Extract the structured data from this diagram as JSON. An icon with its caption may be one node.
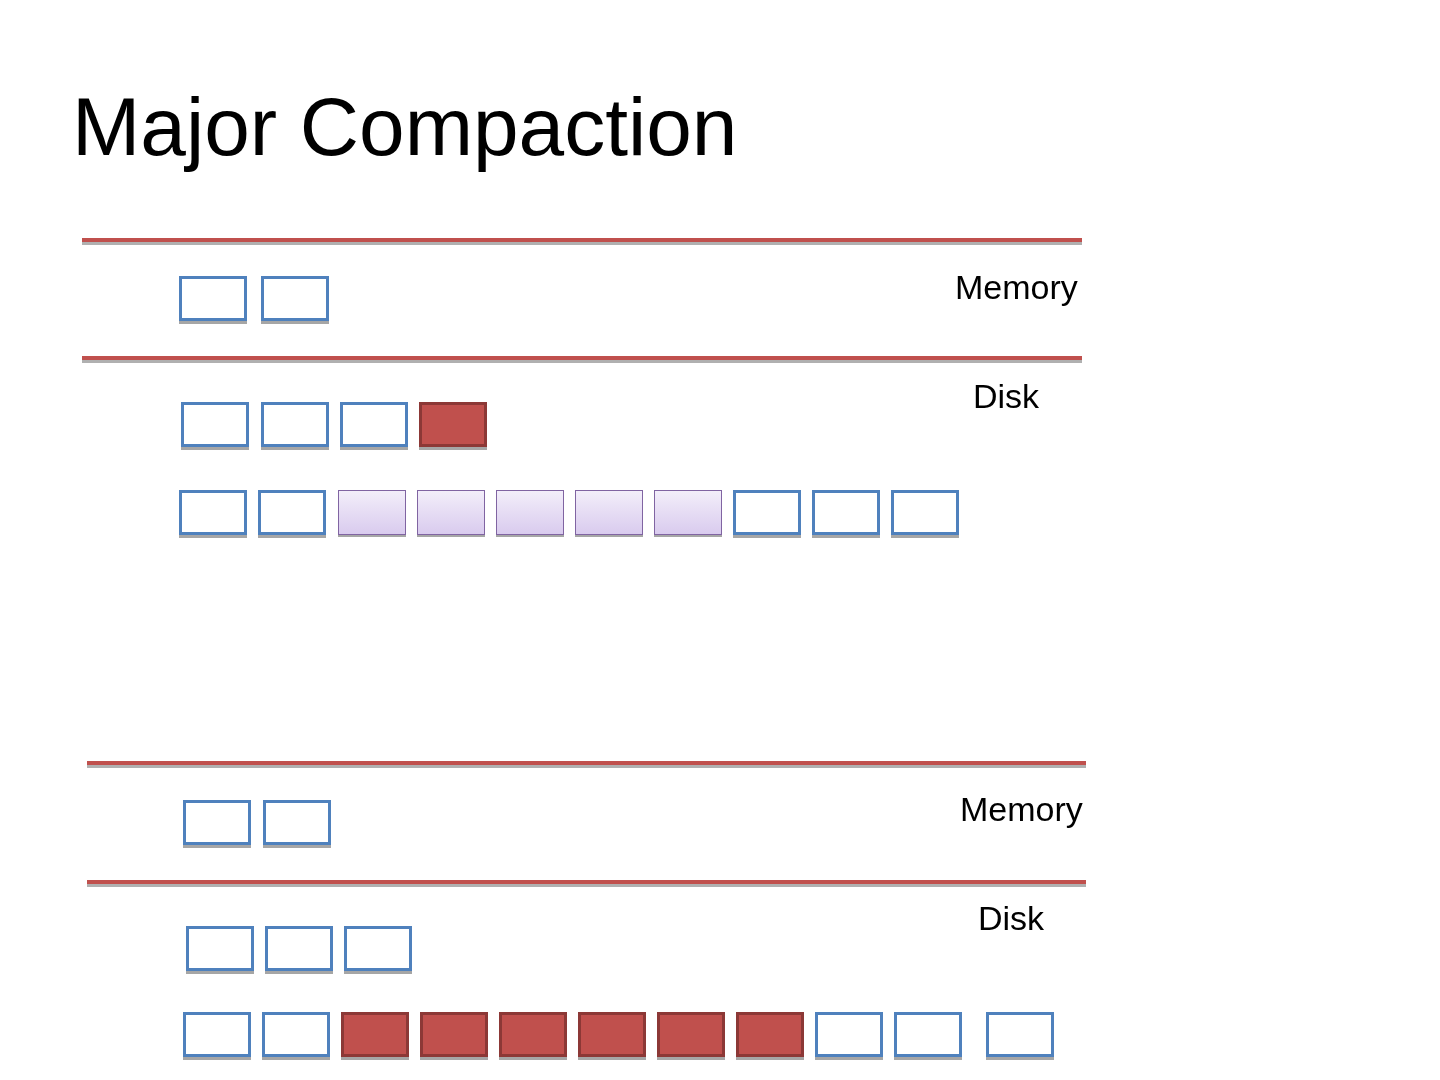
{
  "diagram": {
    "title": "Major Compaction",
    "nodes": [
      {
        "text": [],
        "shape": "box"
      },
      {
        "text": [],
        "shape": "box"
      },
      {
        "text": [],
        "shape": "box"
      },
      {
        "text": [],
        "shape": "box"
      },
      {
        "text": [],
        "shape": "box"
      },
      {
        "text": [],
        "shape": "box"
      },
      {
        "text": [],
        "shape": "box"
      },
      {
        "text": [],
        "shape": "box"
      },
      {
        "text": [],
        "shape": "box"
      },
      {
        "text": [],
        "shape": "box"
      },
      {
        "text": [],
        "shape": "box"
      },
      {
        "text": [],
        "shape": "box"
      },
      {
        "text": [],
        "shape": "box"
      },
      {
        "text": [],
        "shape": "box"
      },
      {
        "text": [],
        "shape": "box"
      },
      {
        "text": [],
        "shape": "box"
      },
      {
        "text": [],
        "shape": "box"
      },
      {
        "text": [],
        "shape": "box"
      },
      {
        "text": [],
        "shape": "box"
      },
      {
        "text": [],
        "shape": "box"
      },
      {
        "text": [],
        "shape": "box"
      },
      {
        "text": [],
        "shape": "box"
      },
      {
        "text": [],
        "shape": "box"
      },
      {
        "text": [],
        "shape": "box"
      },
      {
        "text": [],
        "shape": "box"
      },
      {
        "text": [],
        "shape": "box"
      },
      {
        "text": [],
        "shape": "box"
      },
      {
        "text": [],
        "shape": "box"
      },
      {
        "text": [],
        "shape": "box"
      },
      {
        "text": [],
        "shape": "box"
      },
      {
        "text": [],
        "shape": "box"
      },
      {
        "text": [],
        "shape": "box"
      }
    ],
    "labels": [
      "Memory",
      "Disk",
      "Memory",
      "Disk"
    ]
  }
}
